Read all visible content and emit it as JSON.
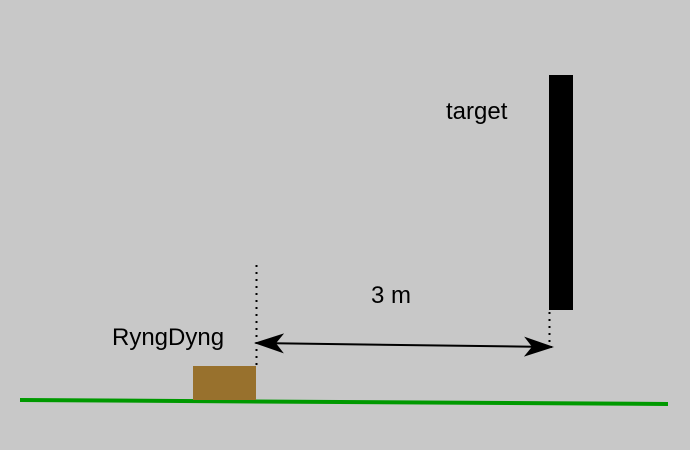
{
  "labels": {
    "target": "target",
    "distance": "3 m",
    "robot": "RyngDyng"
  },
  "colors": {
    "background": "#c8c8c8",
    "ground": "#009900",
    "robot": "#98712d",
    "target": "#000000"
  }
}
